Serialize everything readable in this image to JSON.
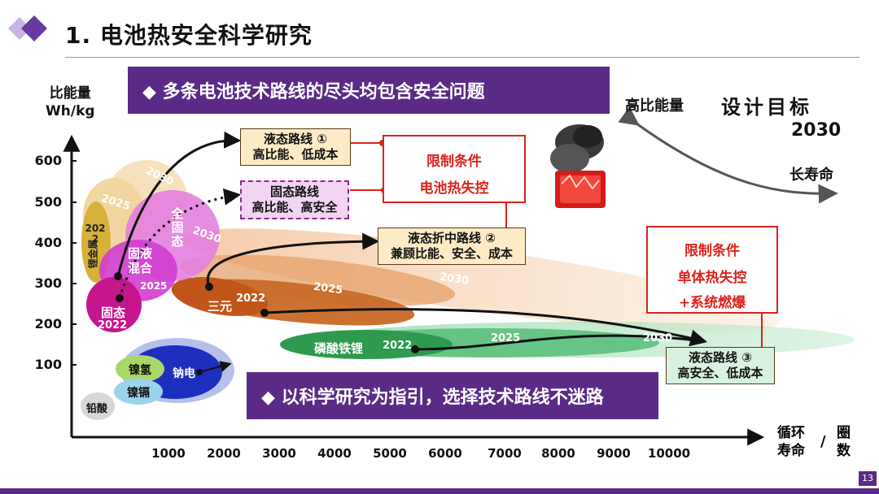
{
  "header": {
    "title": "1. 电池热安全科学研究"
  },
  "banners": {
    "top": "◆ 多条电池技术路线的尽头均包含安全问题",
    "bottom": "◆ 以科学研究为指引，选择技术路线不迷路"
  },
  "axes": {
    "y_label_line1": "比能量",
    "y_label_line2": "Wh/kg",
    "y_ticks": [
      "600",
      "500",
      "400",
      "300",
      "200",
      "100"
    ],
    "x_ticks": [
      "1000",
      "2000",
      "3000",
      "4000",
      "5000",
      "6000",
      "7000",
      "8000",
      "9000",
      "10000"
    ],
    "x_label_a1": "循环",
    "x_label_a2": "寿命",
    "x_label_sep": "/",
    "x_label_b1": "圈",
    "x_label_b2": "数"
  },
  "routes": {
    "r1_line1": "液态路线 ①",
    "r1_line2": "高比能、低成本",
    "solid_line1": "固态路线",
    "solid_line2": "高比能、高安全",
    "r2_line1": "液态折中路线 ②",
    "r2_line2": "兼顾比能、安全、成本",
    "r3_line1": "液态路线 ③",
    "r3_line2": "高安全、低成本"
  },
  "constraints": {
    "c1_title": "限制条件",
    "c1_body": "电池热失控",
    "c2_title": "限制条件",
    "c2_line1": "单体热失控",
    "c2_line2": "+系统燃爆"
  },
  "design_goal": {
    "high_energy": "高比能量",
    "title": "设计目标",
    "year": "2030",
    "long_life": "长寿命"
  },
  "bubbles": {
    "li_metal_year": "2030",
    "li_metal_2025": "2025",
    "li_metal_2022": "2022",
    "li_metal_name": "锂金属",
    "all_solid_name": "全\n固\n态",
    "all_solid_year": "2030",
    "semi_solid_name": "固液\n混合",
    "semi_solid_year": "2025",
    "solid_name": "固态",
    "solid_year": "2022",
    "ternary_name": "三元",
    "ternary_2022": "2022",
    "ternary_2025": "2025",
    "ternary_2030": "2030",
    "lfp_name": "磷酸铁锂",
    "lfp_2022": "2022",
    "lfp_2025": "2025",
    "lfp_2030": "2030",
    "nimh": "镍氢",
    "nicd": "镍镉",
    "sodium": "钠电",
    "lead_acid": "铅酸"
  },
  "page": {
    "number": "13"
  },
  "colors": {
    "purple": "#5b2a86",
    "route_fill": "#fcebc4",
    "solid_fill": "#f3d4f3",
    "red": "#d9241b",
    "ternary": "#c8641e",
    "lfp": "#2e9a4e"
  }
}
